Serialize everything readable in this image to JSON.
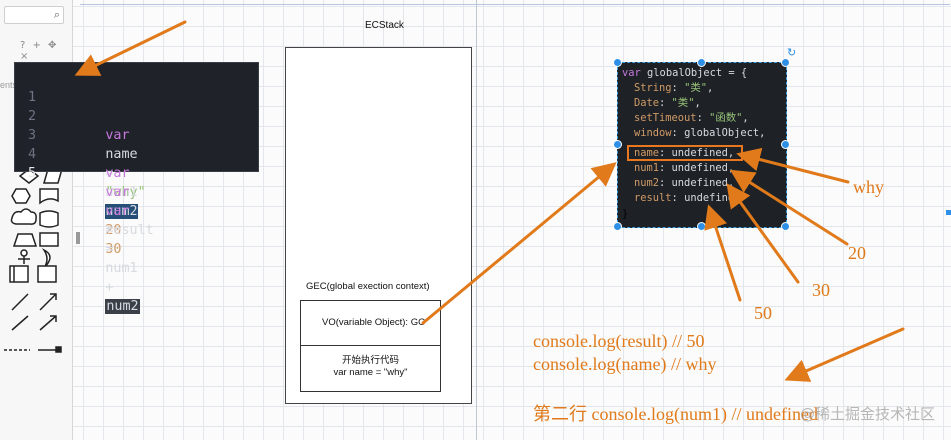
{
  "colors": {
    "accent_orange": "#e07a1a",
    "selection_blue": "#2d8fe6",
    "code_bg": "#1f2329"
  },
  "left_panel": {
    "search_icon": "search-icon",
    "tools_text": "? + ✥ ×",
    "hint_text": "ents"
  },
  "code_editor": {
    "lines": [
      {
        "num": "1",
        "keyword": "var",
        "name": "name",
        "op": "=",
        "value": "\"why\""
      },
      {
        "num": "2"
      },
      {
        "num": "3",
        "keyword": "var",
        "name": "num1",
        "op": "=",
        "value": "20"
      },
      {
        "num": "4",
        "keyword": "var",
        "name": "num2",
        "op": "=",
        "value": "30"
      },
      {
        "num": "5",
        "keyword": "var",
        "name": "result",
        "op": "=",
        "a": "num1",
        "plus": "+",
        "b": "num2"
      }
    ]
  },
  "ecstack": {
    "title": "ECStack",
    "gec_label": "GEC(global exection context)",
    "vo_text": "VO(variable Object): GO",
    "exec_line1": "开始执行代码",
    "exec_line2": "var name = \"why\""
  },
  "global_object": {
    "header_kw": "var",
    "header_name": "globalObject",
    "header_rest": " = {",
    "props": [
      {
        "key": "String",
        "value": "\"类\"",
        "type": "str"
      },
      {
        "key": "Date",
        "value": "\"类\"",
        "type": "str"
      },
      {
        "key": "setTimeout",
        "value": "\"函数\"",
        "type": "str"
      },
      {
        "key": "window",
        "value": "globalObject",
        "type": "val"
      },
      {
        "key": "name",
        "value": "undefined",
        "type": "val"
      },
      {
        "key": "num1",
        "value": "undefined",
        "type": "val"
      },
      {
        "key": "num2",
        "value": "undefined",
        "type": "val"
      },
      {
        "key": "result",
        "value": "undefined",
        "type": "val"
      }
    ],
    "closing": "}"
  },
  "annotations": {
    "why": "why",
    "n20": "20",
    "n30": "30",
    "n50": "50",
    "console1": "console.log(result) // 50",
    "console2": "console.log(name) // why",
    "console3": "第二行 console.log(num1) // undefined"
  },
  "watermark": "@稀土掘金技术社区"
}
